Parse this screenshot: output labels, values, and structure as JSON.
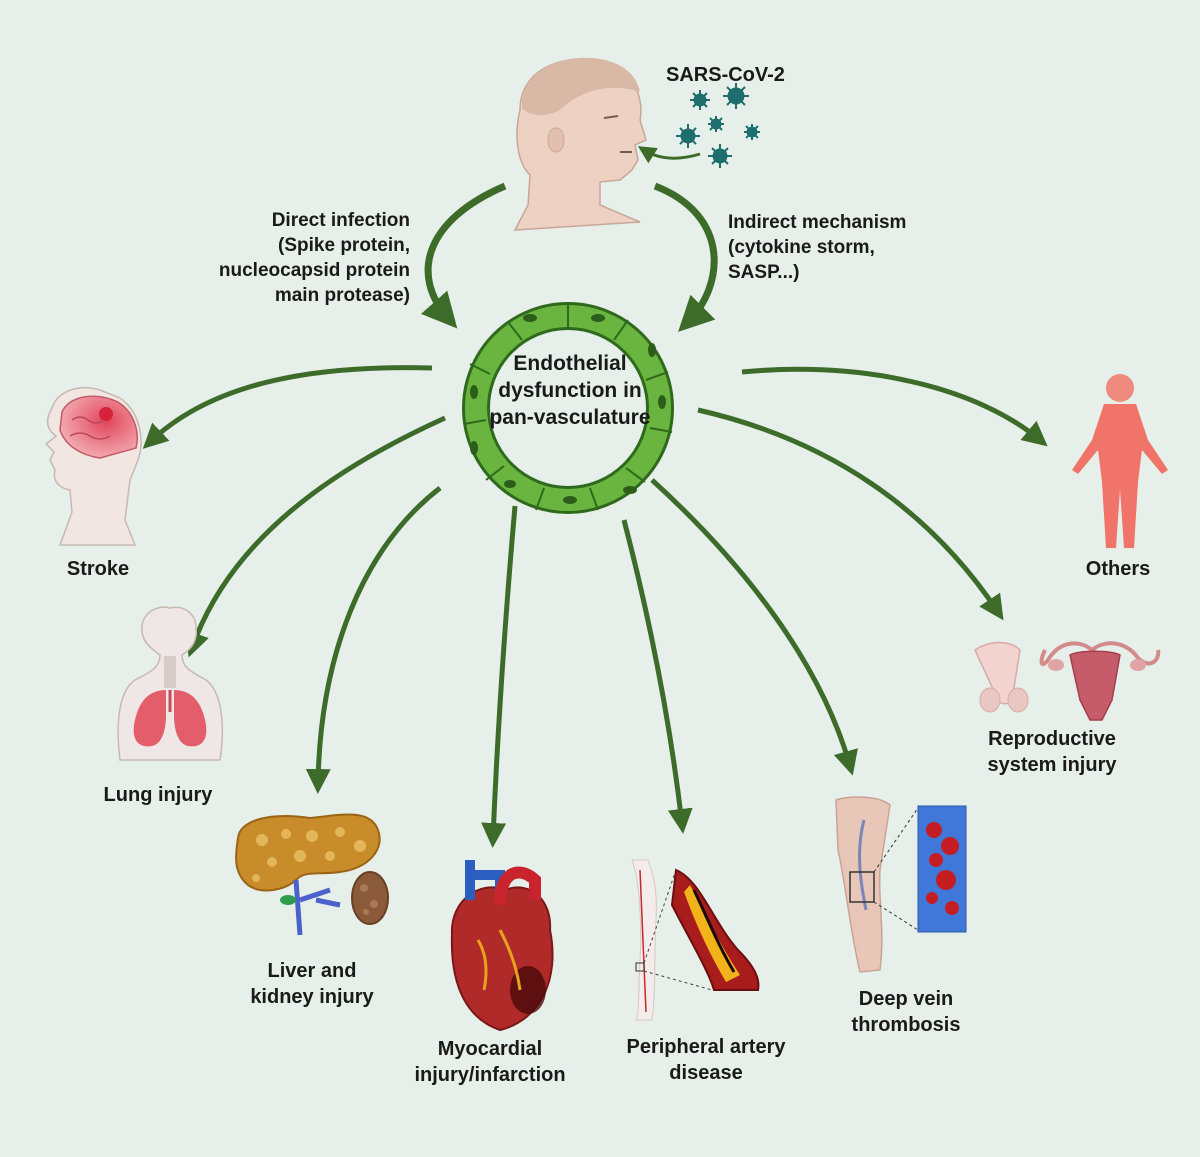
{
  "virus": {
    "label": "SARS-CoV-2"
  },
  "pathways": {
    "direct": [
      "Direct infection",
      "(Spike protein,",
      "nucleocapsid protein",
      "main protease)"
    ],
    "indirect": [
      "Indirect mechanism",
      "(cytokine storm,",
      "SASP...)"
    ]
  },
  "center": {
    "lines": [
      "Endothelial",
      "dysfunction in",
      "pan-vasculature"
    ]
  },
  "outcomes": {
    "stroke": [
      "Stroke"
    ],
    "lung": [
      "Lung injury"
    ],
    "liver": [
      "Liver and",
      "kidney injury"
    ],
    "myocardial": [
      "Myocardial",
      "injury/infarction"
    ],
    "peripheral": [
      "Peripheral artery",
      "disease"
    ],
    "dvt": [
      "Deep vein",
      "thrombosis"
    ],
    "reproductive": [
      "Reproductive",
      "system injury"
    ],
    "others": [
      "Others"
    ]
  },
  "colors": {
    "background": "#e6efe9",
    "arrow": "#3d6b2a",
    "endothelium": "#5fa83a",
    "virus": "#1d6e6c"
  }
}
